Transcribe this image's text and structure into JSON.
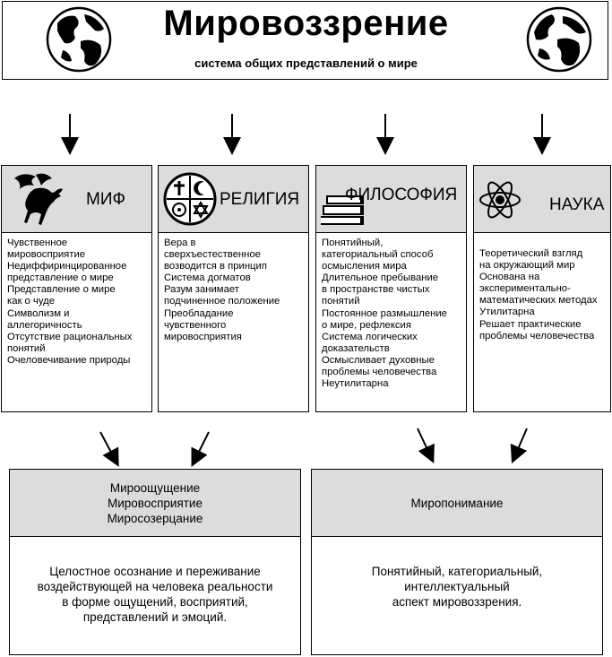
{
  "header": {
    "title": "Мировоззрение",
    "subtitle": "система общих представлений о мире",
    "left_icon": "globe-icon",
    "right_icon": "globe-icon"
  },
  "columns": [
    {
      "title": "МИФ",
      "icon": "pegasus-icon",
      "items": [
        "Чувственное",
        "мировосприятие",
        "Недиффиринцированное",
        "представление о мире",
        "Представление о мире",
        "как о чуде",
        "Символизм и",
        "аллегоричность",
        "Отсутствие рациональных",
        "понятий",
        "Очеловечивание природы"
      ]
    },
    {
      "title": "РЕЛИГИЯ",
      "icon": "religious-symbols-icon",
      "items": [
        "Вера в",
        "сверхъестественное",
        "возводится в принцип",
        "Система догматов",
        "Разум занимает",
        "подчиненное положение",
        "Преобладание",
        "чувственного",
        "мировосприятия"
      ]
    },
    {
      "title": "ФИЛОСОФИЯ",
      "icon": "books-icon",
      "items": [
        "Понятийный,",
        "категориальный способ",
        "осмысления мира",
        "Длительное пребывание",
        "в пространстве чистых",
        "понятий",
        "Постоянное размышление",
        "о мире, рефлексия",
        "Система логических",
        "доказательств",
        "Осмысливает духовные",
        "проблемы человечества",
        "Неутилитарна"
      ]
    },
    {
      "title": "НАУКА",
      "icon": "atom-icon",
      "items": [
        "Теоретический взгляд",
        "на окружающий мир",
        "Основана на",
        "экспериментально-",
        "математических методах",
        "Утилитарна",
        "Решает практические",
        "проблемы человечества"
      ]
    }
  ],
  "bottom": [
    {
      "head": [
        "Мироощущение",
        "Мировосприятие",
        "Миросозерцание"
      ],
      "body": [
        "Целостное осознание и переживание",
        "воздействующей на человека реальности",
        "в форме ощущений, восприятий,",
        "представлений и эмоций."
      ]
    },
    {
      "head": [
        "Миропонимание"
      ],
      "body": [
        "Понятийный, категориальный,",
        "интеллектуальный",
        "аспект мировоззрения."
      ]
    }
  ]
}
